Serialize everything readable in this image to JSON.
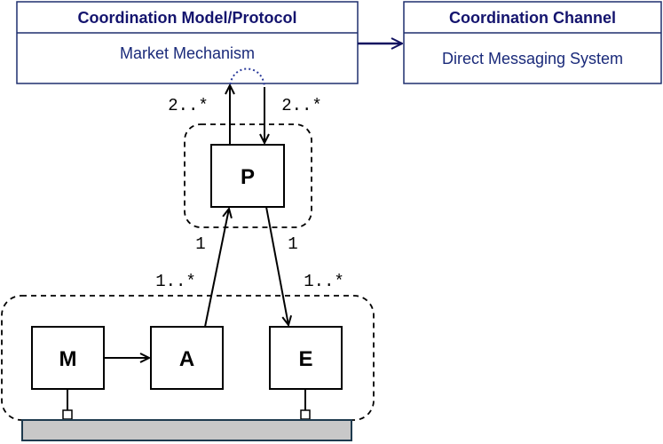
{
  "coordination_model": {
    "title": "Coordination Model/Protocol",
    "body": "Market Mechanism"
  },
  "coordination_channel": {
    "title": "Coordination Channel",
    "body": "Direct Messaging System"
  },
  "nodes": {
    "p": "P",
    "m": "M",
    "a": "A",
    "e": "E"
  },
  "multiplicities": {
    "model_to_p_left": "2..*",
    "model_to_p_right": "2..*",
    "a_to_p_near_p": "1",
    "p_to_e_near_p": "1",
    "a_to_p_near_a": "1..*",
    "p_to_e_near_e": "1..*"
  },
  "colors": {
    "header_text": "#14146e",
    "box_border": "#1e2f6e",
    "body_text": "#1a2a7a",
    "arrow": "#101060",
    "dotted": "#2a3a9a",
    "platform_fill": "#c8c8c8",
    "platform_border": "#1e3a4e"
  }
}
